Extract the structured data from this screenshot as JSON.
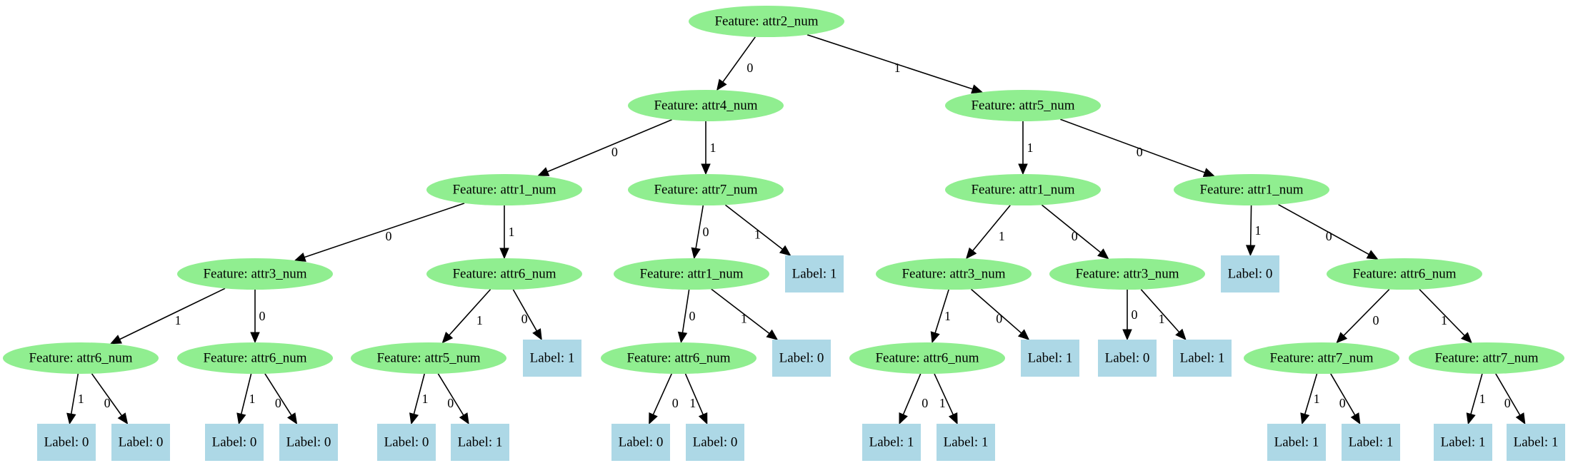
{
  "colors": {
    "feature_fill": "#90ee90",
    "label_fill": "#add8e6",
    "edge": "#000000",
    "background": "#ffffff"
  },
  "tree": {
    "nodes": [
      {
        "id": "n0",
        "type": "feature",
        "label": "Feature: attr2_num"
      },
      {
        "id": "n1",
        "type": "feature",
        "label": "Feature: attr4_num"
      },
      {
        "id": "n2",
        "type": "feature",
        "label": "Feature: attr5_num"
      },
      {
        "id": "n3",
        "type": "feature",
        "label": "Feature: attr1_num"
      },
      {
        "id": "n4",
        "type": "feature",
        "label": "Feature: attr7_num"
      },
      {
        "id": "n5",
        "type": "feature",
        "label": "Feature: attr1_num"
      },
      {
        "id": "n6",
        "type": "feature",
        "label": "Feature: attr1_num"
      },
      {
        "id": "n7",
        "type": "feature",
        "label": "Feature: attr3_num"
      },
      {
        "id": "n8",
        "type": "feature",
        "label": "Feature: attr6_num"
      },
      {
        "id": "n9",
        "type": "feature",
        "label": "Feature: attr1_num"
      },
      {
        "id": "n10",
        "type": "leaf",
        "label": "Label: 1"
      },
      {
        "id": "n11",
        "type": "feature",
        "label": "Feature: attr3_num"
      },
      {
        "id": "n12",
        "type": "feature",
        "label": "Feature: attr3_num"
      },
      {
        "id": "n13",
        "type": "leaf",
        "label": "Label: 0"
      },
      {
        "id": "n14",
        "type": "feature",
        "label": "Feature: attr6_num"
      },
      {
        "id": "n15",
        "type": "feature",
        "label": "Feature: attr6_num"
      },
      {
        "id": "n16",
        "type": "feature",
        "label": "Feature: attr6_num"
      },
      {
        "id": "n17",
        "type": "feature",
        "label": "Feature: attr5_num"
      },
      {
        "id": "n18",
        "type": "leaf",
        "label": "Label: 1"
      },
      {
        "id": "n19",
        "type": "feature",
        "label": "Feature: attr6_num"
      },
      {
        "id": "n20",
        "type": "leaf",
        "label": "Label: 0"
      },
      {
        "id": "n21",
        "type": "feature",
        "label": "Feature: attr6_num"
      },
      {
        "id": "n22",
        "type": "leaf",
        "label": "Label: 1"
      },
      {
        "id": "n23",
        "type": "leaf",
        "label": "Label: 0"
      },
      {
        "id": "n24",
        "type": "leaf",
        "label": "Label: 1"
      },
      {
        "id": "n25",
        "type": "feature",
        "label": "Feature: attr7_num"
      },
      {
        "id": "n26",
        "type": "feature",
        "label": "Feature: attr7_num"
      },
      {
        "id": "n27",
        "type": "leaf",
        "label": "Label: 0"
      },
      {
        "id": "n28",
        "type": "leaf",
        "label": "Label: 0"
      },
      {
        "id": "n29",
        "type": "leaf",
        "label": "Label: 0"
      },
      {
        "id": "n30",
        "type": "leaf",
        "label": "Label: 0"
      },
      {
        "id": "n31",
        "type": "leaf",
        "label": "Label: 0"
      },
      {
        "id": "n32",
        "type": "leaf",
        "label": "Label: 1"
      },
      {
        "id": "n33",
        "type": "leaf",
        "label": "Label: 0"
      },
      {
        "id": "n34",
        "type": "leaf",
        "label": "Label: 0"
      },
      {
        "id": "n35",
        "type": "leaf",
        "label": "Label: 1"
      },
      {
        "id": "n36",
        "type": "leaf",
        "label": "Label: 1"
      },
      {
        "id": "n37",
        "type": "leaf",
        "label": "Label: 1"
      },
      {
        "id": "n38",
        "type": "leaf",
        "label": "Label: 1"
      },
      {
        "id": "n39",
        "type": "leaf",
        "label": "Label: 1"
      },
      {
        "id": "n40",
        "type": "leaf",
        "label": "Label: 1"
      }
    ],
    "edges": [
      {
        "from": "n0",
        "to": "n1",
        "label": "0"
      },
      {
        "from": "n0",
        "to": "n2",
        "label": "1"
      },
      {
        "from": "n1",
        "to": "n3",
        "label": "0"
      },
      {
        "from": "n1",
        "to": "n4",
        "label": "1"
      },
      {
        "from": "n2",
        "to": "n5",
        "label": "1"
      },
      {
        "from": "n2",
        "to": "n6",
        "label": "0"
      },
      {
        "from": "n3",
        "to": "n7",
        "label": "0"
      },
      {
        "from": "n3",
        "to": "n8",
        "label": "1"
      },
      {
        "from": "n4",
        "to": "n9",
        "label": "0"
      },
      {
        "from": "n4",
        "to": "n10",
        "label": "1"
      },
      {
        "from": "n5",
        "to": "n11",
        "label": "1"
      },
      {
        "from": "n5",
        "to": "n12",
        "label": "0"
      },
      {
        "from": "n6",
        "to": "n13",
        "label": "1"
      },
      {
        "from": "n6",
        "to": "n14",
        "label": "0"
      },
      {
        "from": "n7",
        "to": "n15",
        "label": "1"
      },
      {
        "from": "n7",
        "to": "n16",
        "label": "0"
      },
      {
        "from": "n8",
        "to": "n17",
        "label": "1"
      },
      {
        "from": "n8",
        "to": "n18",
        "label": "0"
      },
      {
        "from": "n9",
        "to": "n19",
        "label": "0"
      },
      {
        "from": "n9",
        "to": "n20",
        "label": "1"
      },
      {
        "from": "n11",
        "to": "n21",
        "label": "1"
      },
      {
        "from": "n11",
        "to": "n22",
        "label": "0"
      },
      {
        "from": "n12",
        "to": "n23",
        "label": "0"
      },
      {
        "from": "n12",
        "to": "n24",
        "label": "1"
      },
      {
        "from": "n14",
        "to": "n25",
        "label": "0"
      },
      {
        "from": "n14",
        "to": "n26",
        "label": "1"
      },
      {
        "from": "n15",
        "to": "n27",
        "label": "1"
      },
      {
        "from": "n15",
        "to": "n28",
        "label": "0"
      },
      {
        "from": "n16",
        "to": "n29",
        "label": "1"
      },
      {
        "from": "n16",
        "to": "n30",
        "label": "0"
      },
      {
        "from": "n17",
        "to": "n31",
        "label": "1"
      },
      {
        "from": "n17",
        "to": "n32",
        "label": "0"
      },
      {
        "from": "n19",
        "to": "n33",
        "label": "0"
      },
      {
        "from": "n19",
        "to": "n34",
        "label": "1"
      },
      {
        "from": "n21",
        "to": "n35",
        "label": "0"
      },
      {
        "from": "n21",
        "to": "n36",
        "label": "1"
      },
      {
        "from": "n25",
        "to": "n37",
        "label": "1"
      },
      {
        "from": "n25",
        "to": "n38",
        "label": "0"
      },
      {
        "from": "n26",
        "to": "n39",
        "label": "1"
      },
      {
        "from": "n26",
        "to": "n40",
        "label": "0"
      }
    ]
  }
}
